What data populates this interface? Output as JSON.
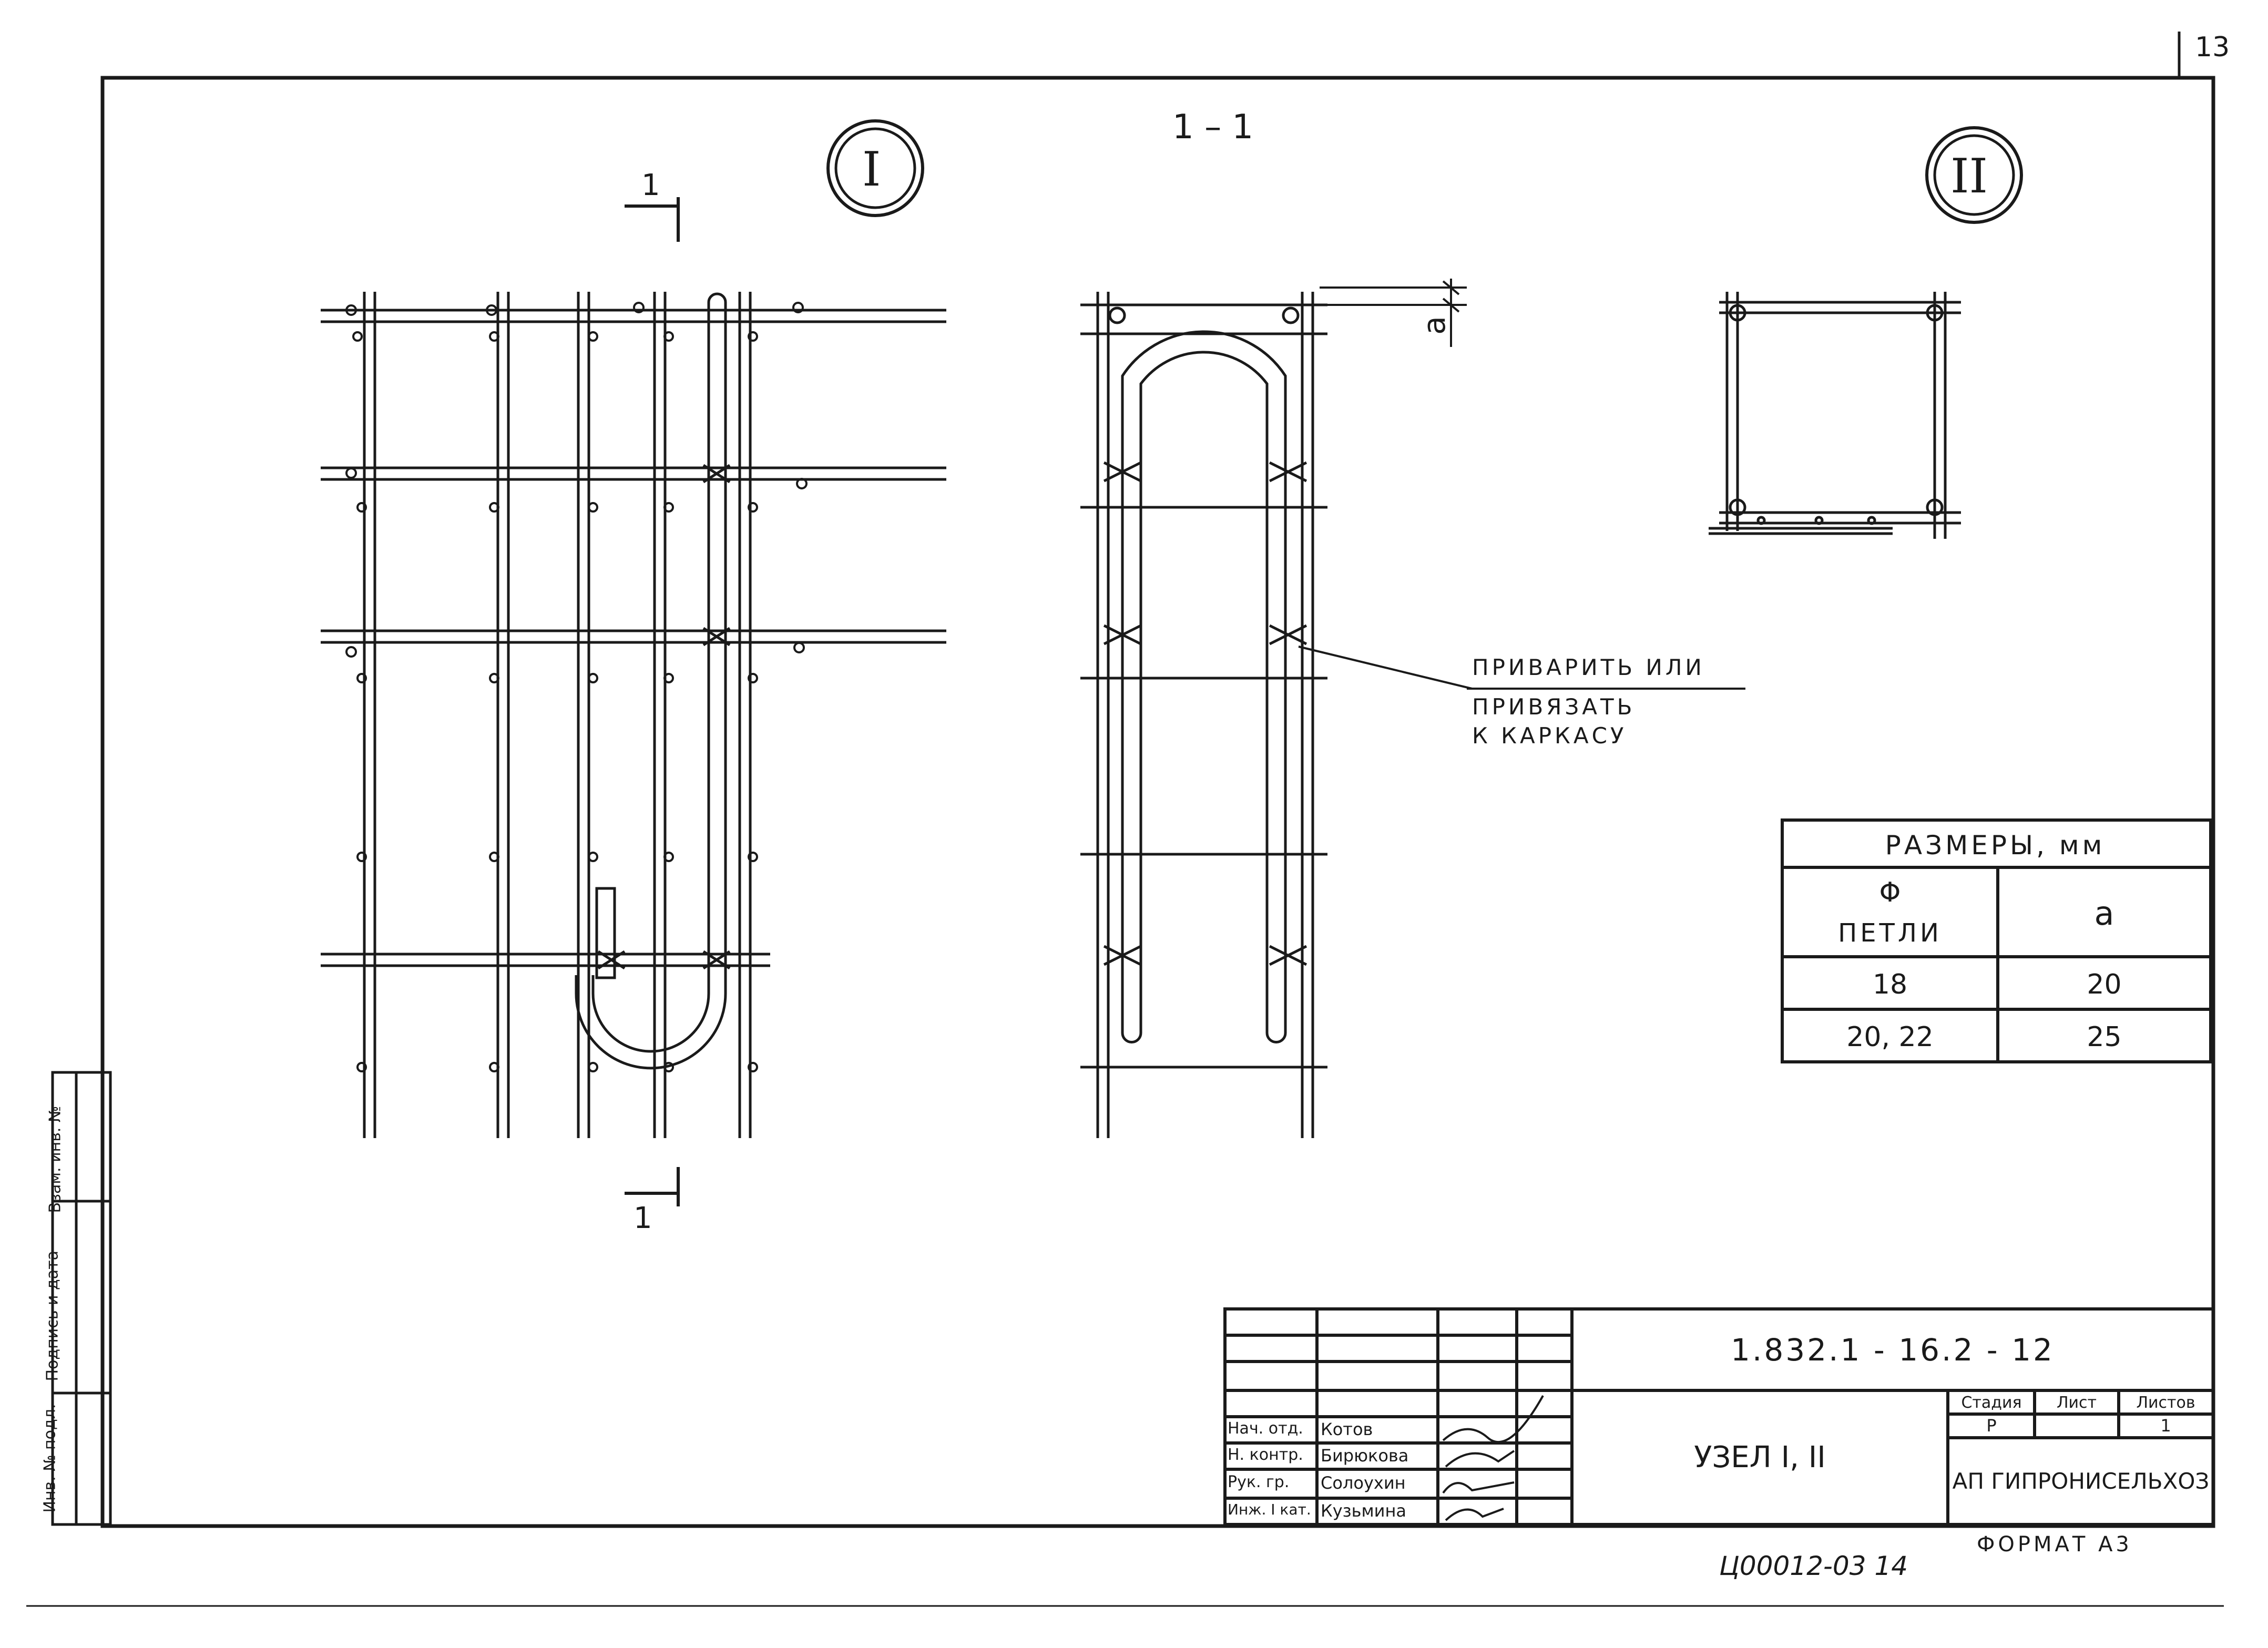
{
  "sheet_number": "13",
  "section_label": "1 – 1",
  "node_markers": [
    "I",
    "II"
  ],
  "cut_label": "1",
  "dim_label": "a",
  "callout": {
    "line1": "ПРИВАРИТЬ  ИЛИ",
    "line2": "ПРИВЯЗАТЬ",
    "line3": "К  КАРКАСУ"
  },
  "dim_table": {
    "title": "РАЗМЕРЫ,  мм",
    "col1_header_line1": "Φ",
    "col1_header_line2": "ПЕТЛИ",
    "col2_header": "a",
    "rows": [
      {
        "phi": "18",
        "a": "20"
      },
      {
        "phi": "20, 22",
        "a": "25"
      }
    ]
  },
  "side_stamp": [
    "Инв. № подл.",
    "Подпись и дата",
    "Взам. инв. №"
  ],
  "title_block": {
    "doc_code": "1.832.1 - 16.2 - 12",
    "title": "УЗЕЛ  I, II",
    "stage_label": "Стадия",
    "sheet_label": "Лист",
    "sheets_label": "Листов",
    "stage_value": "Р",
    "sheets_value": "1",
    "org": "АП ГИПРОНИСЕЛЬХОЗ",
    "staff": [
      {
        "role": "Нач. отд.",
        "name": "Котов"
      },
      {
        "role": "Н. контр.",
        "name": "Бирюкова"
      },
      {
        "role": "Рук. гр.",
        "name": "Солоухин"
      },
      {
        "role": "Инж. I кат.",
        "name": "Кузьмина"
      }
    ]
  },
  "format": "ФОРМАТ А3",
  "archive_code": "Ц00012-03   14"
}
